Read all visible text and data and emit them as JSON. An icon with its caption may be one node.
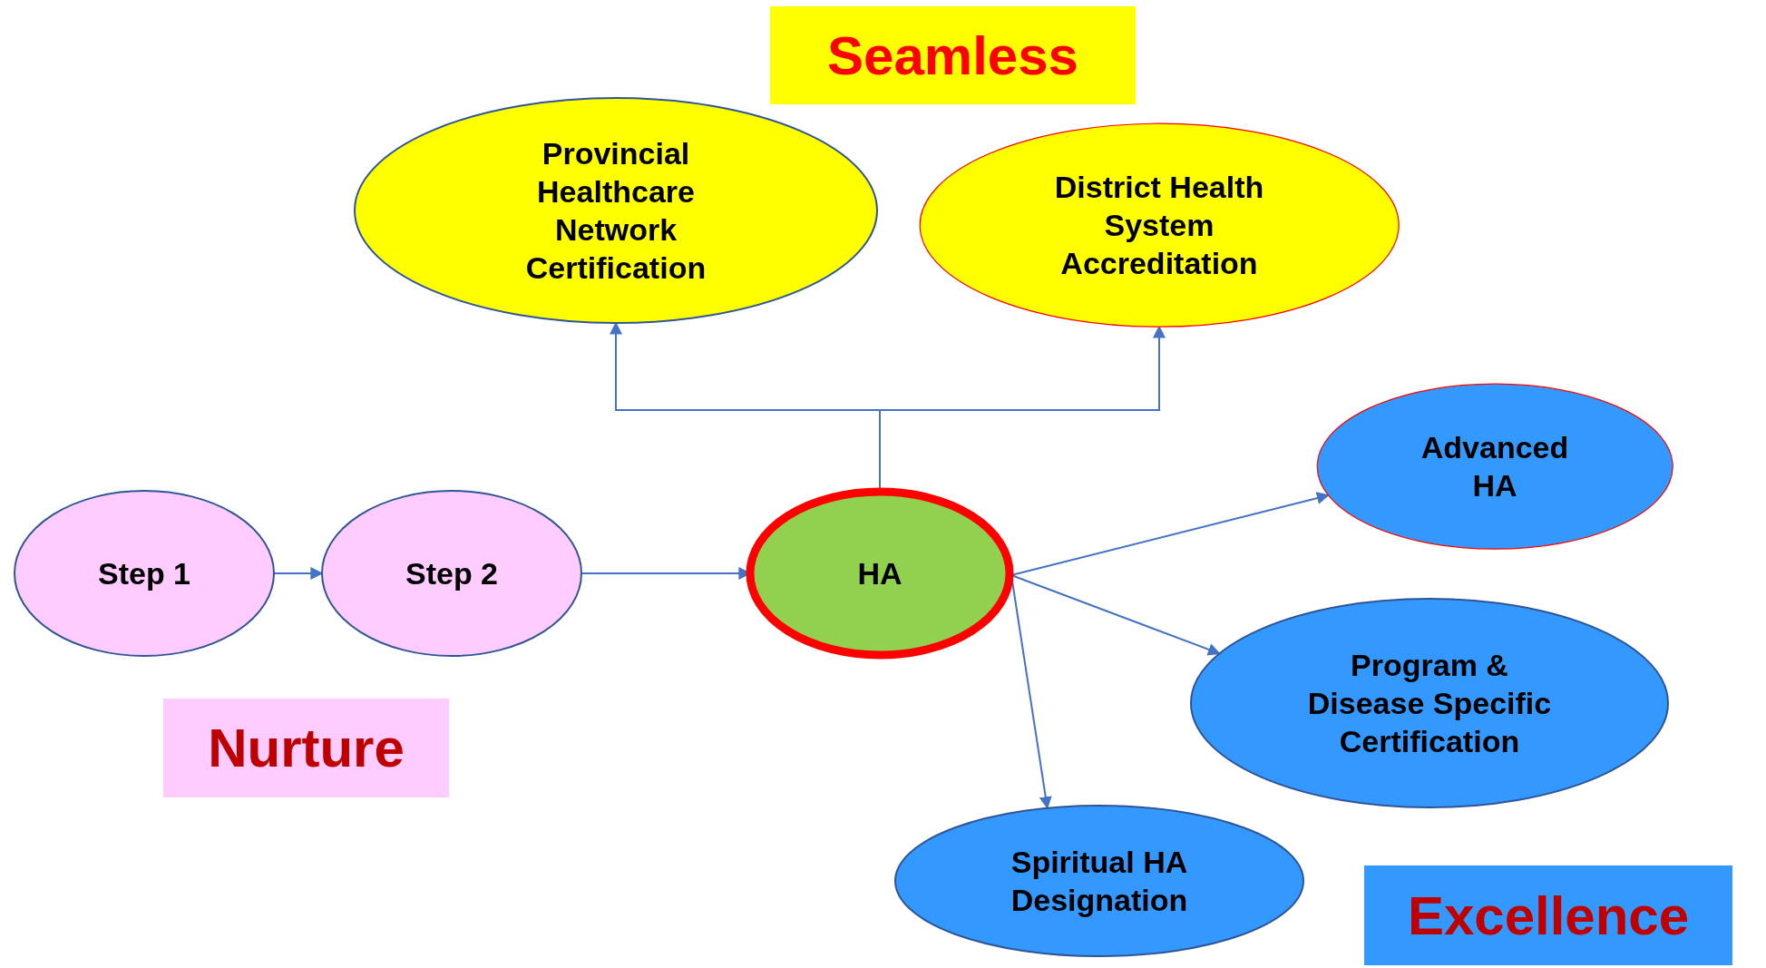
{
  "diagram": {
    "nodes": [
      {
        "text": [
          "Seamless"
        ]
      },
      {
        "text": [
          "Provincial Healthcare Network Certification"
        ]
      },
      {
        "text": [
          "District Health System Accreditation"
        ]
      },
      {
        "text": [
          "Advanced HA"
        ]
      },
      {
        "text": [
          "Step 1"
        ]
      },
      {
        "text": [
          "Step 2"
        ]
      },
      {
        "text": [
          "HA"
        ]
      },
      {
        "text": [
          "Program & Disease Specific Certification"
        ]
      },
      {
        "text": [
          "Nurture"
        ]
      },
      {
        "text": [
          "Spiritual HA Designation"
        ]
      },
      {
        "text": [
          "Excellence"
        ]
      }
    ],
    "edges": [
      {
        "from": 4,
        "to": 5,
        "arrow": "to"
      },
      {
        "from": 5,
        "to": 6,
        "arrow": "to"
      },
      {
        "from": 6,
        "to": 1,
        "arrow": "to"
      },
      {
        "from": 6,
        "to": 2,
        "arrow": "to"
      },
      {
        "from": 6,
        "to": 3,
        "arrow": "to"
      },
      {
        "from": 6,
        "to": 7,
        "arrow": "to"
      },
      {
        "from": 6,
        "to": 9,
        "arrow": "to"
      }
    ]
  }
}
